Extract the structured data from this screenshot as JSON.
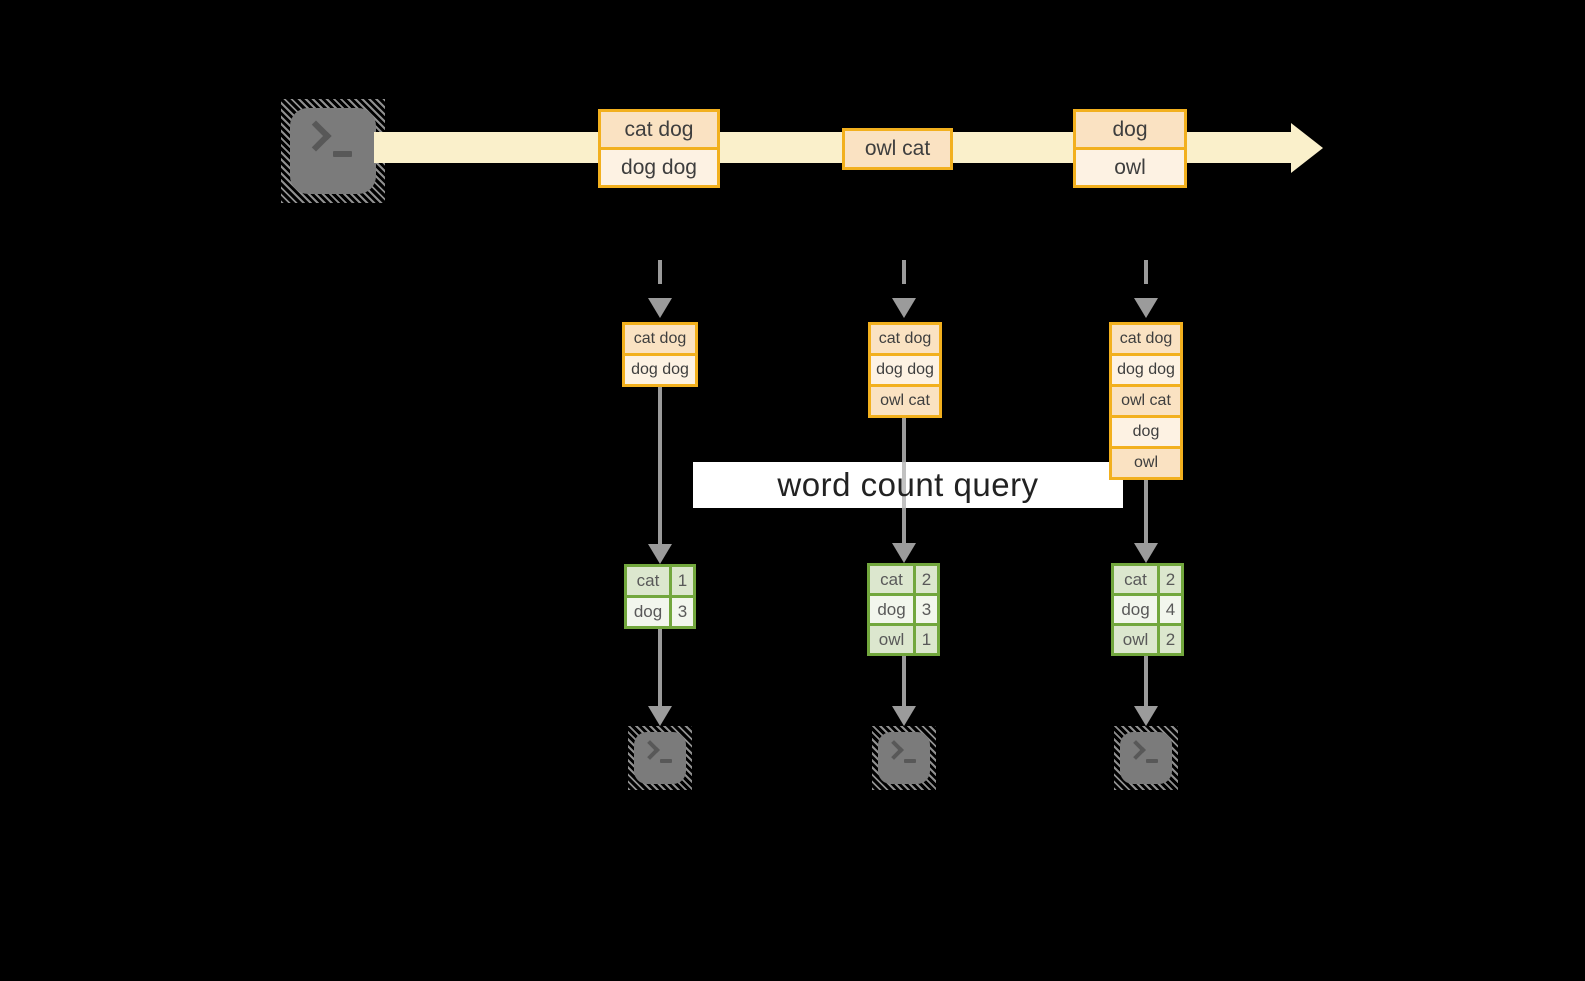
{
  "query_label": "word count query",
  "stream": {
    "batches": [
      {
        "messages": [
          "cat dog",
          "dog dog"
        ]
      },
      {
        "messages": [
          "owl cat"
        ]
      },
      {
        "messages": [
          "dog",
          "owl"
        ]
      }
    ]
  },
  "stages": [
    {
      "state": [
        "cat dog",
        "dog dog"
      ],
      "counts": [
        {
          "word": "cat",
          "value": "1"
        },
        {
          "word": "dog",
          "value": "3"
        }
      ]
    },
    {
      "state": [
        "cat dog",
        "dog dog",
        "owl cat"
      ],
      "counts": [
        {
          "word": "cat",
          "value": "2"
        },
        {
          "word": "dog",
          "value": "3"
        },
        {
          "word": "owl",
          "value": "1"
        }
      ]
    },
    {
      "state": [
        "cat dog",
        "dog dog",
        "owl cat",
        "dog",
        "owl"
      ],
      "counts": [
        {
          "word": "cat",
          "value": "2"
        },
        {
          "word": "dog",
          "value": "4"
        },
        {
          "word": "owl",
          "value": "2"
        }
      ]
    }
  ],
  "icons": {
    "source": "terminal-icon",
    "sinks": [
      "terminal-icon",
      "terminal-icon",
      "terminal-icon"
    ]
  },
  "colors": {
    "stream_arrow": "#FAF0CB",
    "box_border": "#F2B01E",
    "box_cell_dark": "#FAE2C2",
    "box_cell_light": "#FDF2E3",
    "table_border": "#72A73D",
    "table_row_dark": "#DCE7CE",
    "table_row_light": "#F2F6ED",
    "connector_gray": "#9B9B9B",
    "terminal_gray": "#7B7B7B"
  }
}
